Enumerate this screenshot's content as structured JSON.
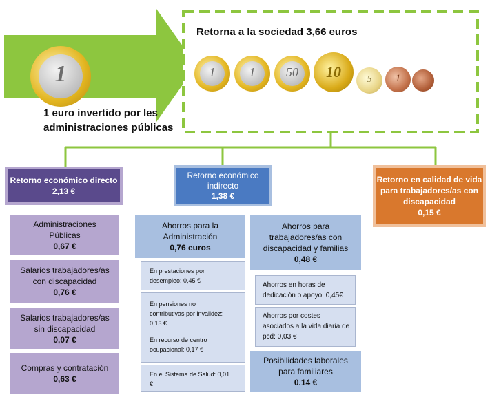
{
  "header": {
    "invest_label": "1 euro invertido por les\nadministraciones públicas",
    "return_title": "Retorna a la sociedad 3,66 euros"
  },
  "coins": [
    {
      "name": "one-euro-coin-icon",
      "value": "1"
    },
    {
      "name": "one-euro-coin-icon",
      "value": "1"
    },
    {
      "name": "one-euro-coin-icon",
      "value": "1"
    },
    {
      "name": "fifty-cent-coin-icon",
      "value": "50"
    },
    {
      "name": "ten-cent-coin-icon",
      "value": "10"
    },
    {
      "name": "five-cent-coin-icon",
      "value": "5"
    },
    {
      "name": "one-cent-coin-icon",
      "value": "1"
    }
  ],
  "colors": {
    "green": "#8dc63f",
    "purple_dark": "#5a4a8c",
    "purple_light": "#b5a6cf",
    "blue_dark": "#4a7ac2",
    "blue_mid": "#a8bfe0",
    "blue_pale": "#d6dff0",
    "orange": "#d9782d"
  },
  "direct": {
    "title": "Retorno económico directo",
    "value": "2,13 €",
    "items": [
      {
        "label": "Administraciones\nPúblicas",
        "value": "0,67 €"
      },
      {
        "label": "Salarios trabajadores/as\ncon discapacidad",
        "value": "0,76 €"
      },
      {
        "label": "Salarios trabajadores/as\nsin discapacidad",
        "value": "0,07 €"
      },
      {
        "label": "Compras y contratación",
        "value": "0,63 €"
      }
    ]
  },
  "indirect": {
    "title": "Retorno económico\nindirecto",
    "value": "1,38 €",
    "admin": {
      "title": "Ahorros para la\nAdministración",
      "value": "0,76 euros",
      "details": [
        "En prestaciones por\ndesempleo: 0,45 €",
        "En pensiones no\ncontributivas por invalidez:\n0,13 €",
        "En recurso de centro\nocupacional: 0,17 €",
        "En el Sistema de Salud: 0,01\n€"
      ]
    },
    "families": {
      "title": "Ahorros para\ntrabajadores/as con\ndiscapacidad y familias",
      "value": "0,48 €",
      "details": [
        "Ahorros en horas de\ndedicación o apoyo: 0,45€",
        "Ahorros por costes\nasociados a la vida diaria de\npcd: 0,03 €"
      ],
      "extra": {
        "label": "Posibilidades laborales\npara familiares",
        "value": "0.14 €"
      }
    }
  },
  "quality": {
    "title": "Retorno en calidad de vida\npara trabajadores/as con\ndiscapacidad",
    "value": "0,15 €"
  }
}
